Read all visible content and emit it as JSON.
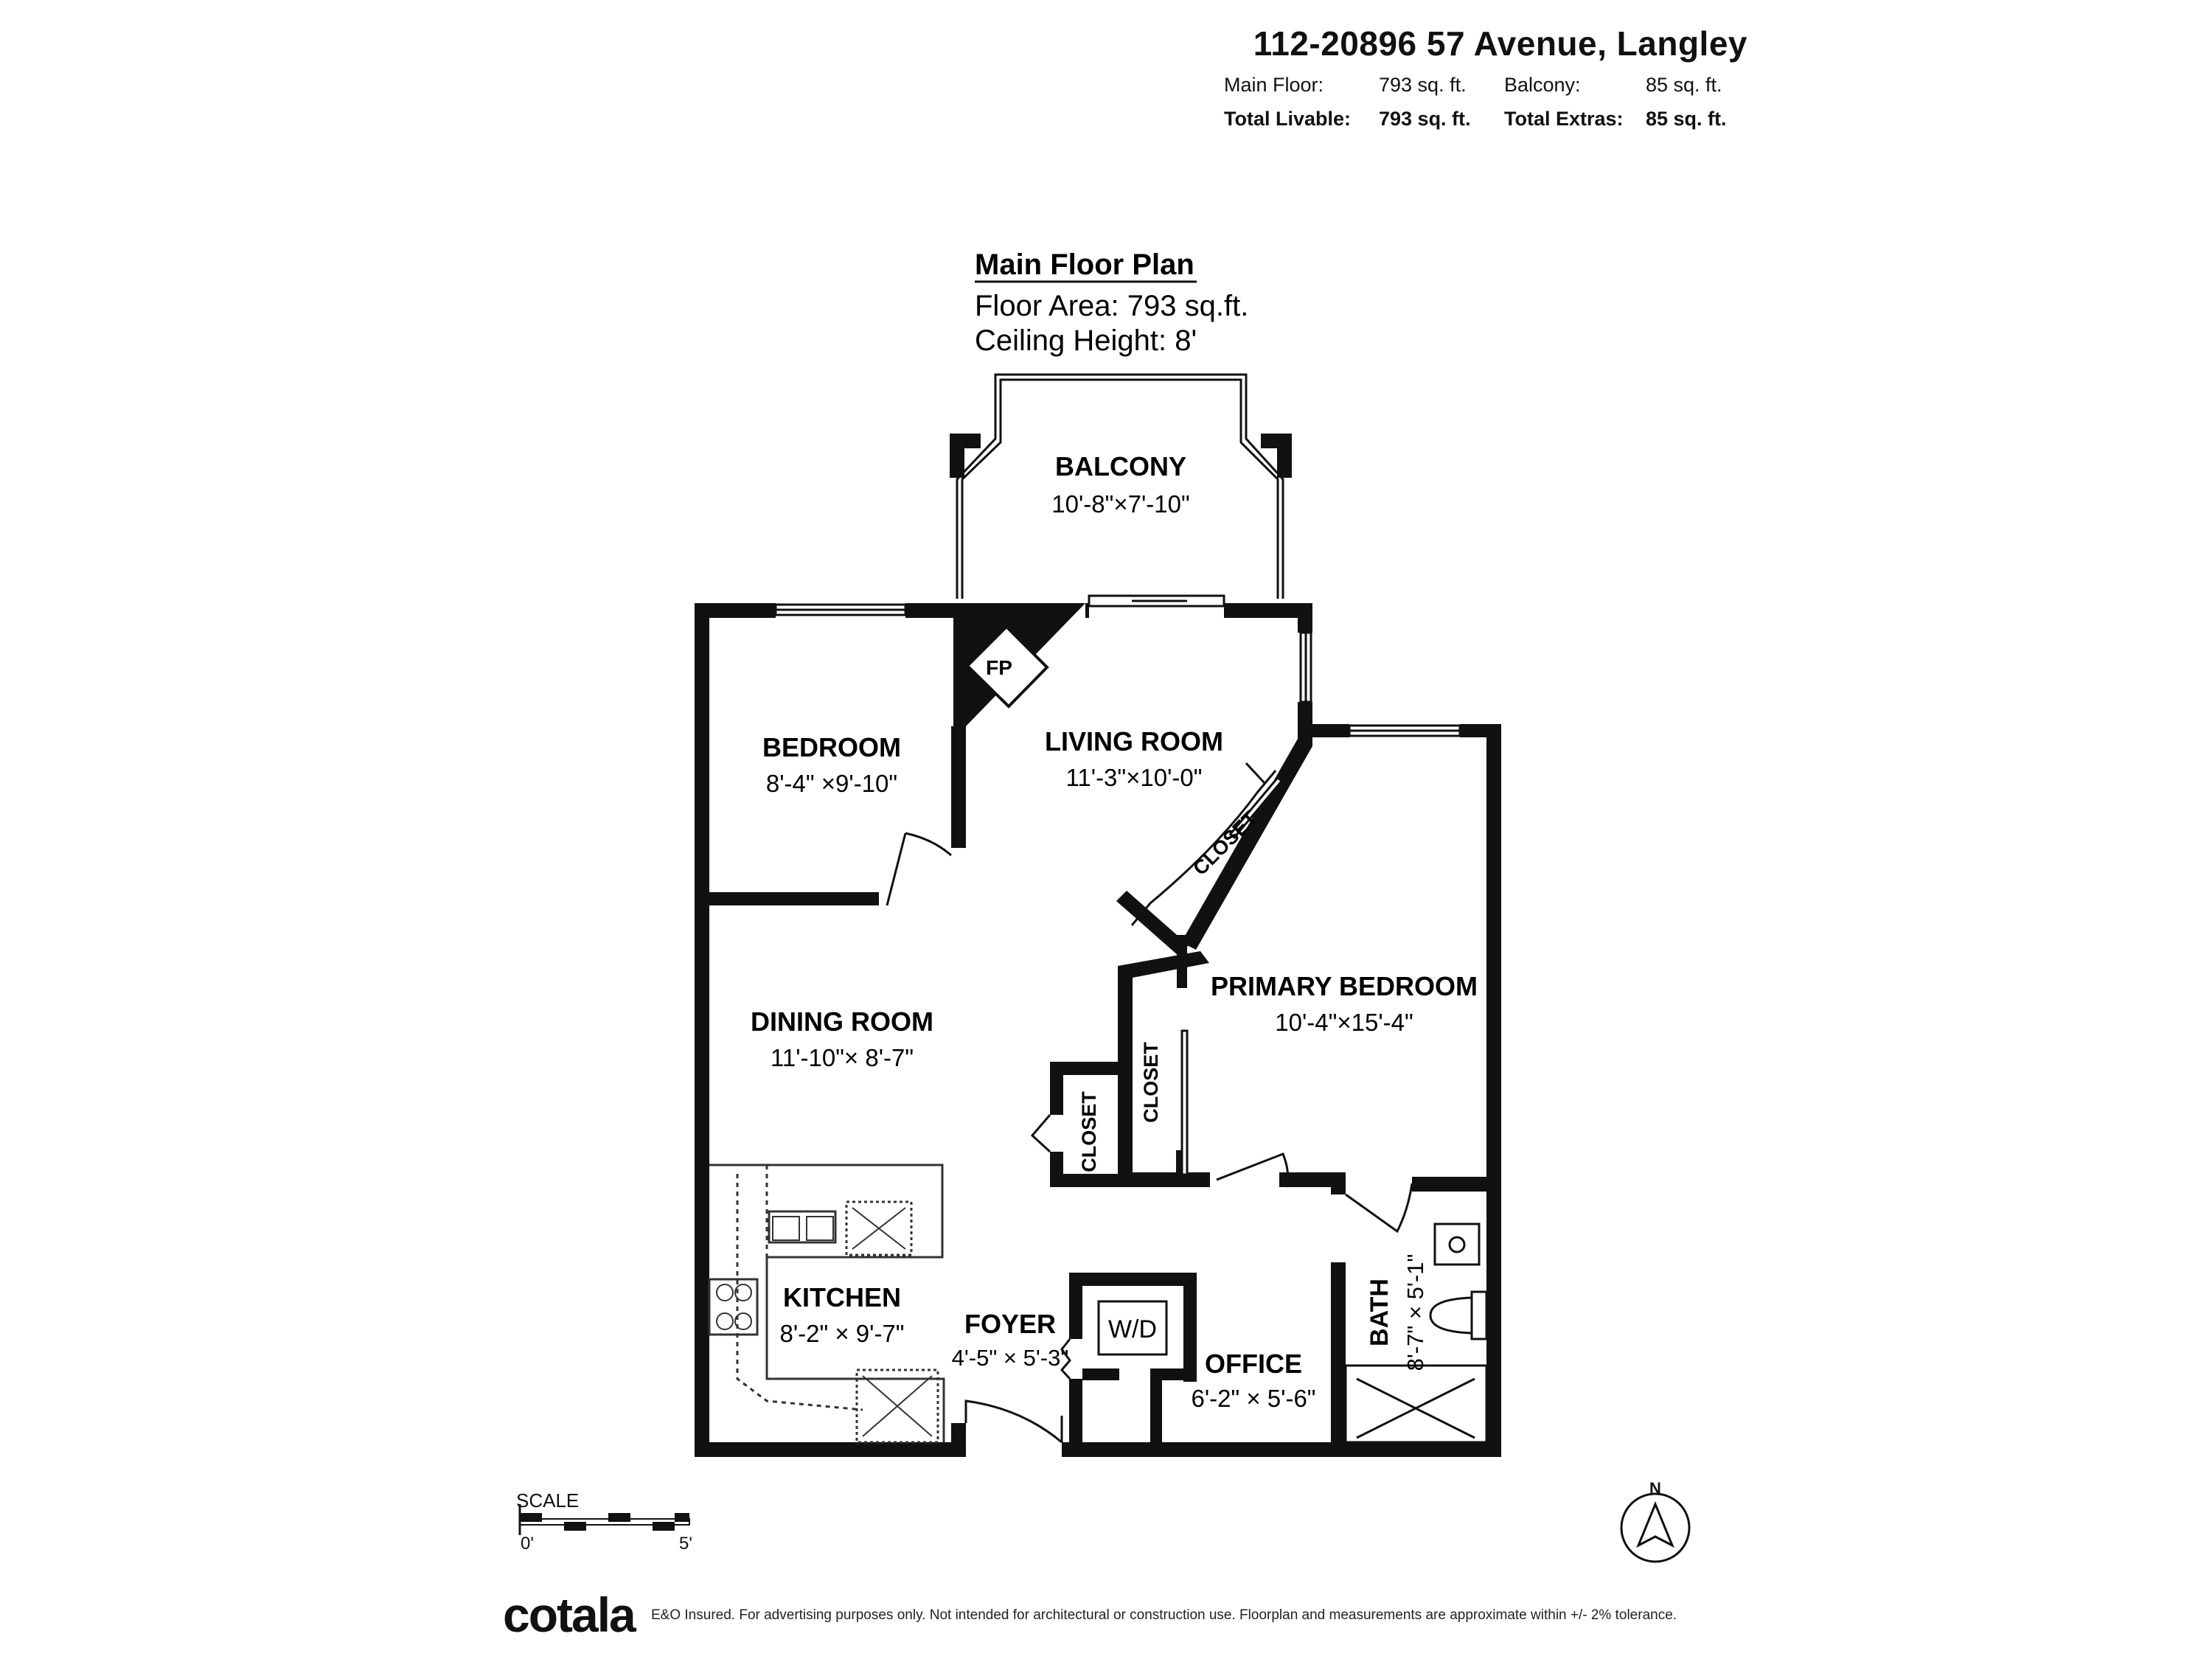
{
  "header": {
    "address": "112-20896 57 Avenue, Langley",
    "main_floor_label": "Main Floor:",
    "main_floor_value": "793 sq. ft.",
    "balcony_label": "Balcony:",
    "balcony_value": "85 sq. ft.",
    "total_livable_label": "Total Livable:",
    "total_livable_value": "793 sq. ft.",
    "total_extras_label": "Total Extras:",
    "total_extras_value": "85 sq. ft."
  },
  "plan_title": {
    "title": "Main Floor Plan",
    "floor_area": "Floor Area: 793 sq.ft.",
    "ceiling_height": "Ceiling Height: 8'"
  },
  "rooms": {
    "balcony": {
      "name": "BALCONY",
      "dims": "10'-8\"×7'-10\""
    },
    "bedroom": {
      "name": "BEDROOM",
      "dims": "8'-4\" ×9'-10\""
    },
    "living": {
      "name": "LIVING ROOM",
      "dims": "11'-3\"×10'-0\""
    },
    "fp": {
      "name": "FP"
    },
    "closet_diag": {
      "name": "CLOSET"
    },
    "primary": {
      "name": "PRIMARY BEDROOM",
      "dims": "10'-4\"×15'-4\""
    },
    "dining": {
      "name": "DINING ROOM",
      "dims": "11'-10\"× 8'-7\""
    },
    "closet_primary": {
      "name": "CLOSET"
    },
    "closet_dining": {
      "name": "CLOSET"
    },
    "kitchen": {
      "name": "KITCHEN",
      "dims": "8'-2\" × 9'-7\""
    },
    "foyer": {
      "name": "FOYER",
      "dims": "4'-5\" × 5'-3\""
    },
    "wd": {
      "name": "W/D"
    },
    "office": {
      "name": "OFFICE",
      "dims": "6'-2\" × 5'-6\""
    },
    "bath": {
      "name": "BATH",
      "dims": "8'-7\" × 5'-1\""
    }
  },
  "scale": {
    "label": "SCALE",
    "start": "0'",
    "end": "5'"
  },
  "compass": {
    "label": "N"
  },
  "footer": {
    "brand": "cotala",
    "disclaimer": "E&O Insured. For advertising purposes only. Not intended for architectural or construction use. Floorplan and measurements are approximate within +/- 2% tolerance."
  }
}
